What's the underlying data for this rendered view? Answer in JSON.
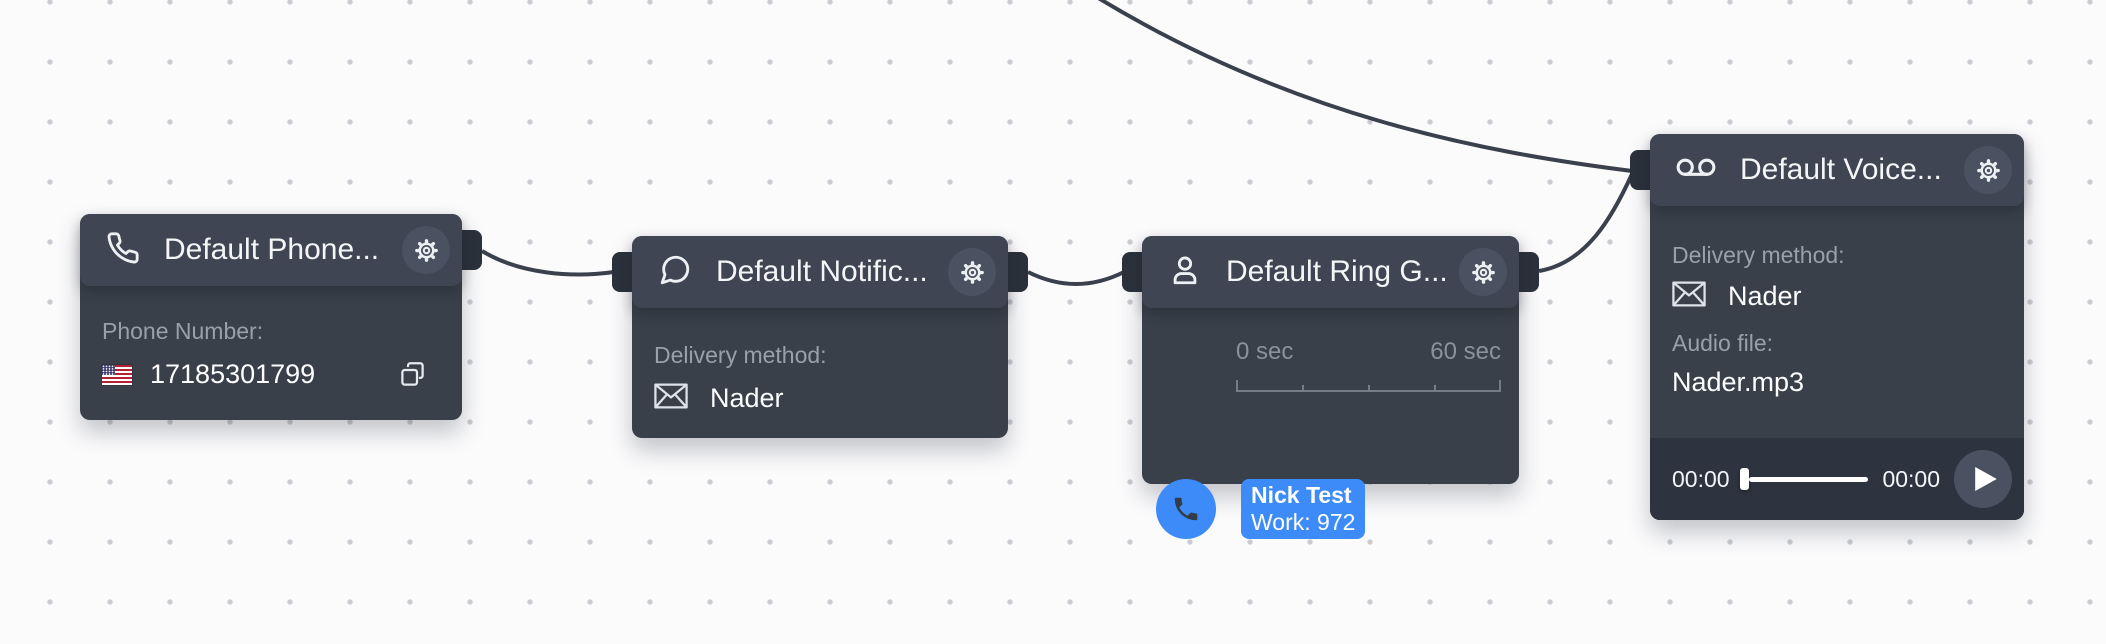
{
  "canvas": {
    "background": "#fbfbfc",
    "dot_color": "#cbccd1"
  },
  "colors": {
    "node_header": "#3f4552",
    "node_body": "#394049",
    "player_footer": "#2d3440",
    "connector_stub": "#2b313b",
    "edge": "#3a414d",
    "gear_circle": "#4a5261",
    "accent_blue": "#3d8bf8",
    "label_gray": "#99a0ab",
    "text_white": "#f4f6f8"
  },
  "nodes": [
    {
      "title": "Default Phone...",
      "icon": "phone-icon",
      "field_label": "Phone Number:",
      "field_value": "17185301799",
      "flag": "us-flag"
    },
    {
      "title": "Default Notific...",
      "icon": "chat-bubble-icon",
      "field_label": "Delivery method:",
      "field_value": "Nader"
    },
    {
      "title": "Default Ring G...",
      "icon": "person-icon",
      "timeline": {
        "start_label": "0 sec",
        "end_label": "60 sec"
      },
      "contact": {
        "name": "Nick Test",
        "detail": "Work: 972"
      }
    },
    {
      "title": "Default Voice...",
      "icon": "voicemail-icon",
      "delivery_label": "Delivery method:",
      "delivery_value": "Nader",
      "audio_label": "Audio file:",
      "audio_value": "Nader.mp3",
      "player": {
        "current_time": "00:00",
        "total_time": "00:00"
      }
    }
  ]
}
